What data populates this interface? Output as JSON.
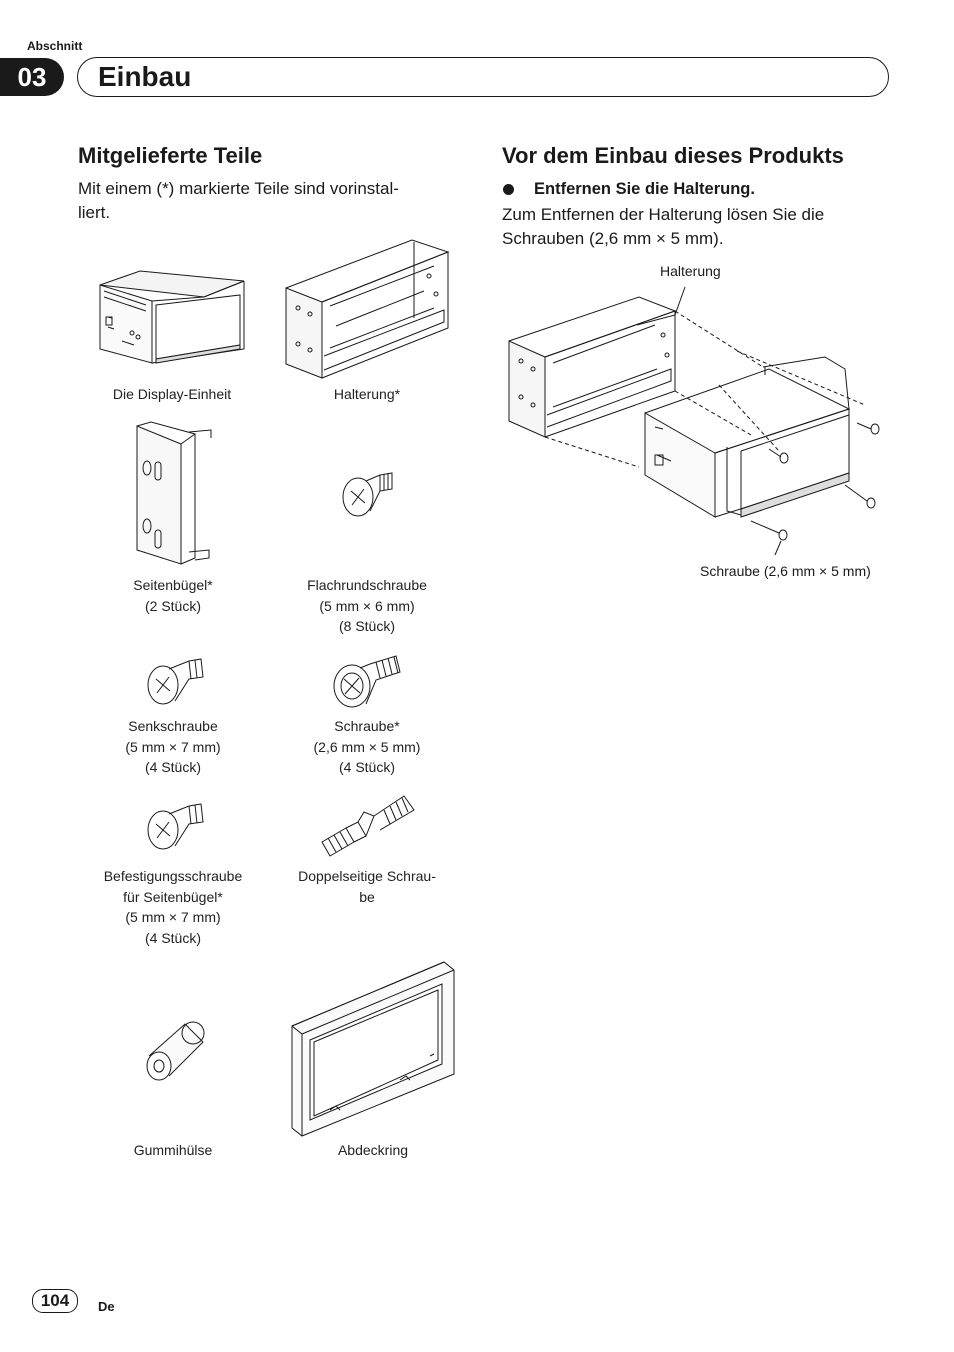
{
  "header": {
    "section_label": "Abschnitt",
    "chapter_number": "03",
    "chapter_title": "Einbau"
  },
  "left_column": {
    "heading": "Mitgelieferte Teile",
    "intro": "Mit einem (*) markierte Teile sind vorinstal-liert.",
    "intro_lines": [
      "Mit einem (*) markierte Teile sind vorinstal-",
      "liert."
    ],
    "parts": [
      {
        "lines": [
          "Die Display-Einheit"
        ]
      },
      {
        "lines": [
          "Halterung*"
        ]
      },
      {
        "lines": [
          "Seitenbügel*",
          "(2 Stück)"
        ]
      },
      {
        "lines": [
          "Flachrundschraube",
          "(5 mm × 6 mm)",
          "(8 Stück)"
        ]
      },
      {
        "lines": [
          "Senkschraube",
          "(5 mm × 7 mm)",
          "(4 Stück)"
        ]
      },
      {
        "lines": [
          "Schraube*",
          "(2,6 mm × 5 mm)",
          "(4 Stück)"
        ]
      },
      {
        "lines": [
          "Befestigungsschraube",
          "für Seitenbügel*",
          "(5 mm × 7 mm)",
          "(4 Stück)"
        ]
      },
      {
        "lines": [
          "Doppelseitige Schrau-",
          "be"
        ]
      },
      {
        "lines": [
          "Gummihülse"
        ]
      },
      {
        "lines": [
          "Abdeckring"
        ]
      }
    ]
  },
  "right_column": {
    "heading": "Vor dem Einbau dieses Produkts",
    "step_title": "Entfernen Sie die Halterung.",
    "step_text_lines": [
      "Zum Entfernen der Halterung lösen Sie die",
      "Schrauben (2,6 mm × 5 mm)."
    ],
    "callout_bracket": "Halterung",
    "callout_screw": "Schraube (2,6 mm × 5 mm)"
  },
  "footer": {
    "page_number": "104",
    "language": "De"
  }
}
